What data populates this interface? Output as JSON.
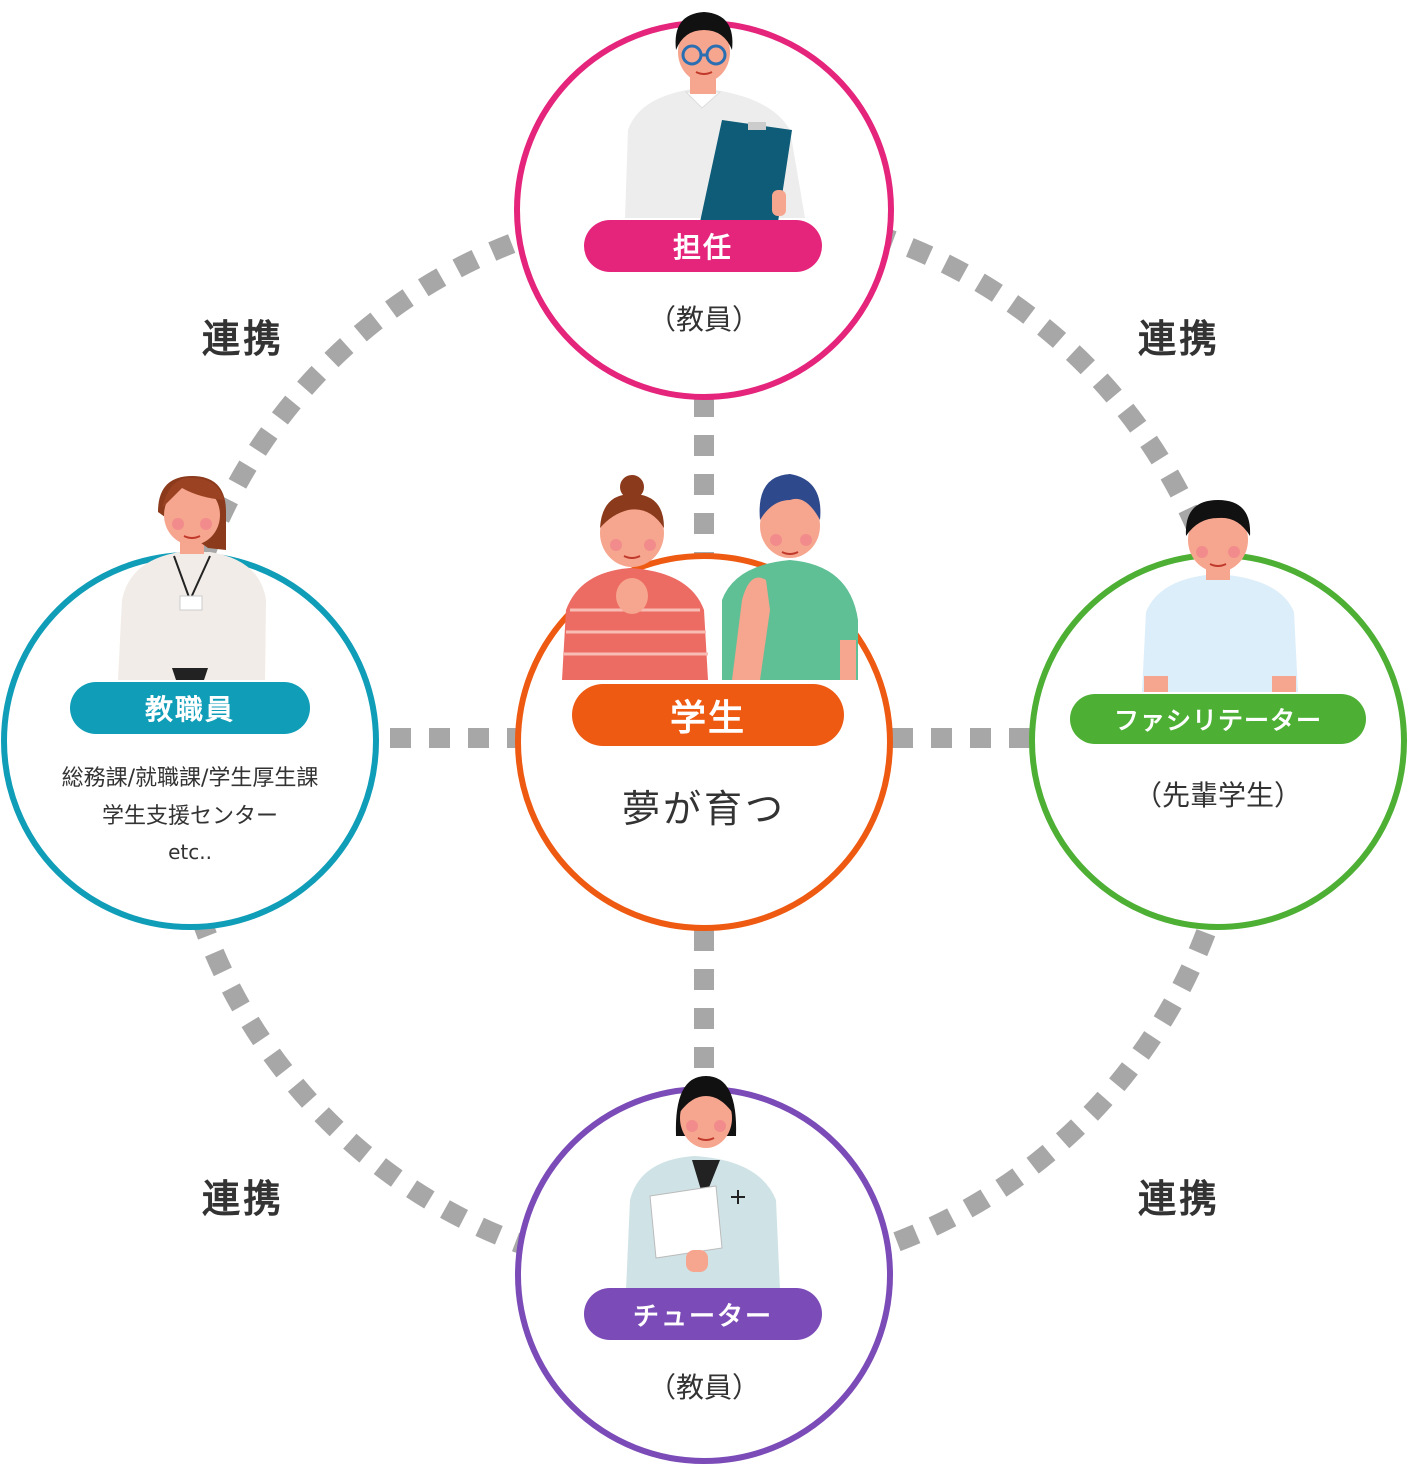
{
  "colors": {
    "teacher": "#E5247C",
    "staff": "#0F9DB8",
    "student": "#EE5A12",
    "facilitator": "#4DB034",
    "tutor": "#7B4BB8",
    "dots": "#A7A7A7"
  },
  "nodes": {
    "teacher": {
      "title": "担任",
      "sub": "（教員）"
    },
    "staff": {
      "title": "教職員",
      "sub_lines": [
        "総務課/就職課/学生厚生課",
        "学生支援センター",
        "etc.."
      ]
    },
    "student": {
      "title": "学生",
      "sub": "夢が育つ"
    },
    "facilitator": {
      "title": "ファシリテーター",
      "sub": "（先輩学生）"
    },
    "tutor": {
      "title": "チューター",
      "sub": "（教員）"
    }
  },
  "links": {
    "top_left": "連携",
    "top_right": "連携",
    "bottom_left": "連携",
    "bottom_right": "連携"
  }
}
